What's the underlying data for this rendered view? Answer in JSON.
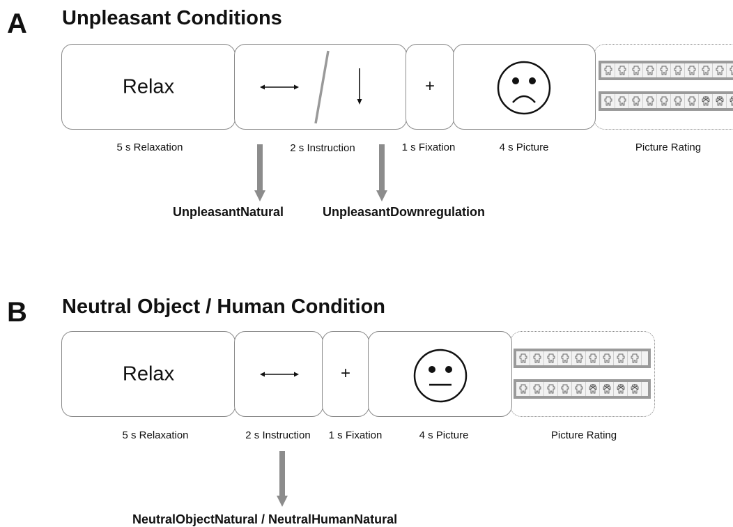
{
  "panel_a": {
    "letter": "A",
    "title": "Unpleasant Conditions",
    "relax_text": "Relax",
    "fixation_symbol": "+",
    "captions": {
      "relaxation": "5 s Relaxation",
      "instruction": "2 s Instruction",
      "fixation": "1 s Fixation",
      "picture": "4 s Picture",
      "rating": "Picture Rating"
    },
    "conditions": [
      "UnpleasantNatural",
      "UnpleasantDownregulation"
    ],
    "icons": [
      "double-arrow-icon",
      "down-arrow-icon",
      "sad-face-icon",
      "sam-rating-scale-icon"
    ]
  },
  "panel_b": {
    "letter": "B",
    "title": "Neutral Object / Human Condition",
    "relax_text": "Relax",
    "fixation_symbol": "+",
    "captions": {
      "relaxation": "5 s Relaxation",
      "instruction": "2 s Instruction",
      "fixation": "1 s Fixation",
      "picture": "4 s Picture",
      "rating": "Picture Rating"
    },
    "conditions": [
      "NeutralObjectNatural / NeutralHumanNatural"
    ],
    "icons": [
      "double-arrow-icon",
      "neutral-face-icon",
      "sam-rating-scale-icon"
    ]
  },
  "colors": {
    "box_border": "#8a8a8a",
    "arrow_gray": "#8c8c8c",
    "text": "#111111"
  }
}
